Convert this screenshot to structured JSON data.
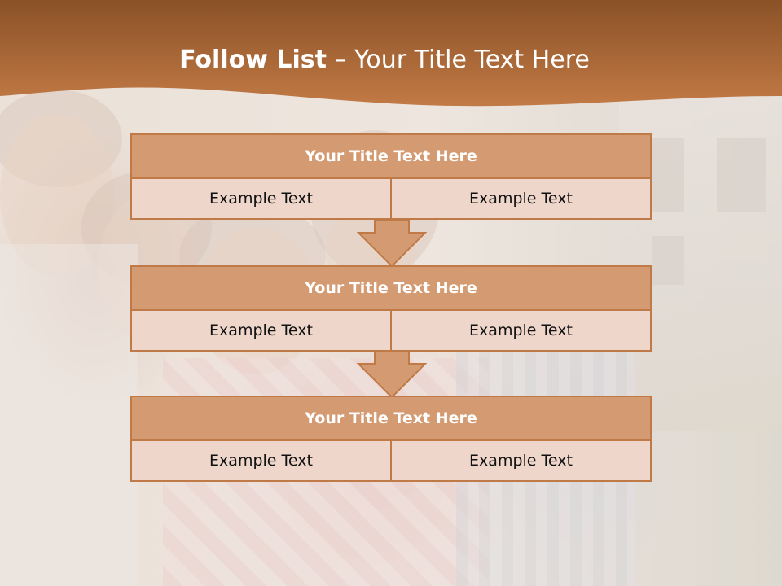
{
  "header": {
    "title_bold": "Follow List",
    "title_rest": " – Your Title Text Here"
  },
  "blocks": [
    {
      "title": "Your Title Text Here",
      "left": "Example Text",
      "right": "Example Text"
    },
    {
      "title": "Your Title Text Here",
      "left": "Example Text",
      "right": "Example Text"
    },
    {
      "title": "Your Title Text Here",
      "left": "Example Text",
      "right": "Example Text"
    }
  ],
  "colors": {
    "header_dark": "#8a5127",
    "header_light": "#c27a45",
    "box_title_fill": "#d49b72",
    "box_border": "#c07a47",
    "cell_fill": "#efd6cb"
  }
}
